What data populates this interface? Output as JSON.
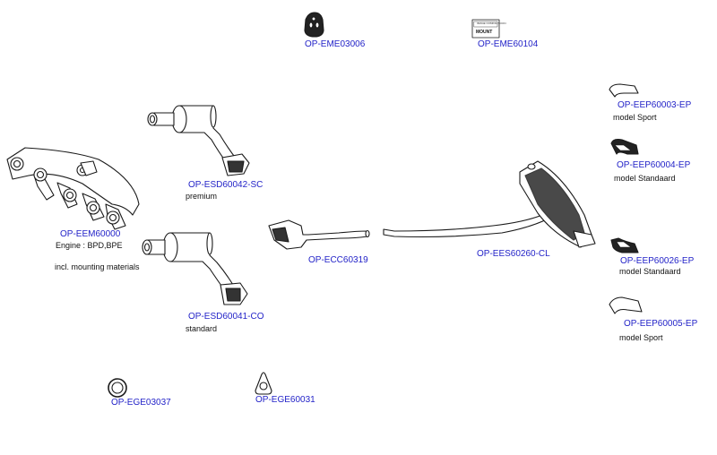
{
  "parts": {
    "rubber_mount": {
      "code": "OP-EME03006"
    },
    "mount_kit": {
      "code": "OP-EME60104",
      "image_label": "MOUNT",
      "image_note": "IMAGE COMING SOON"
    },
    "manifold": {
      "code": "OP-EEM60000",
      "notes": [
        "Engine : BPD,BPE",
        "incl. mounting materials"
      ]
    },
    "dpf_premium": {
      "code": "OP-ESD60042-SC",
      "note": "premium"
    },
    "dpf_standard": {
      "code": "OP-ESD60041-CO",
      "note": "standard"
    },
    "center_pipe": {
      "code": "OP-ECC60319"
    },
    "rear_silencer": {
      "code": "OP-EES60260-CL"
    },
    "tail_pipe_1": {
      "code": "OP-EEP60003-EP",
      "note": "model Sport"
    },
    "tail_pipe_2": {
      "code": "OP-EEP60004-EP",
      "note": "model Standaard"
    },
    "tail_pipe_3": {
      "code": "OP-EEP60026-EP",
      "note": "model Standaard"
    },
    "tail_pipe_4": {
      "code": "OP-EEP60005-EP",
      "note": "model Sport"
    },
    "gasket_ring": {
      "code": "OP-EGE03037"
    },
    "gasket_triangle": {
      "code": "OP-EGE60031"
    }
  },
  "colors": {
    "link": "#2323c8",
    "text": "#111111",
    "line": "#1a1a1a",
    "fill": "#ffffff",
    "dark": "#222222"
  }
}
